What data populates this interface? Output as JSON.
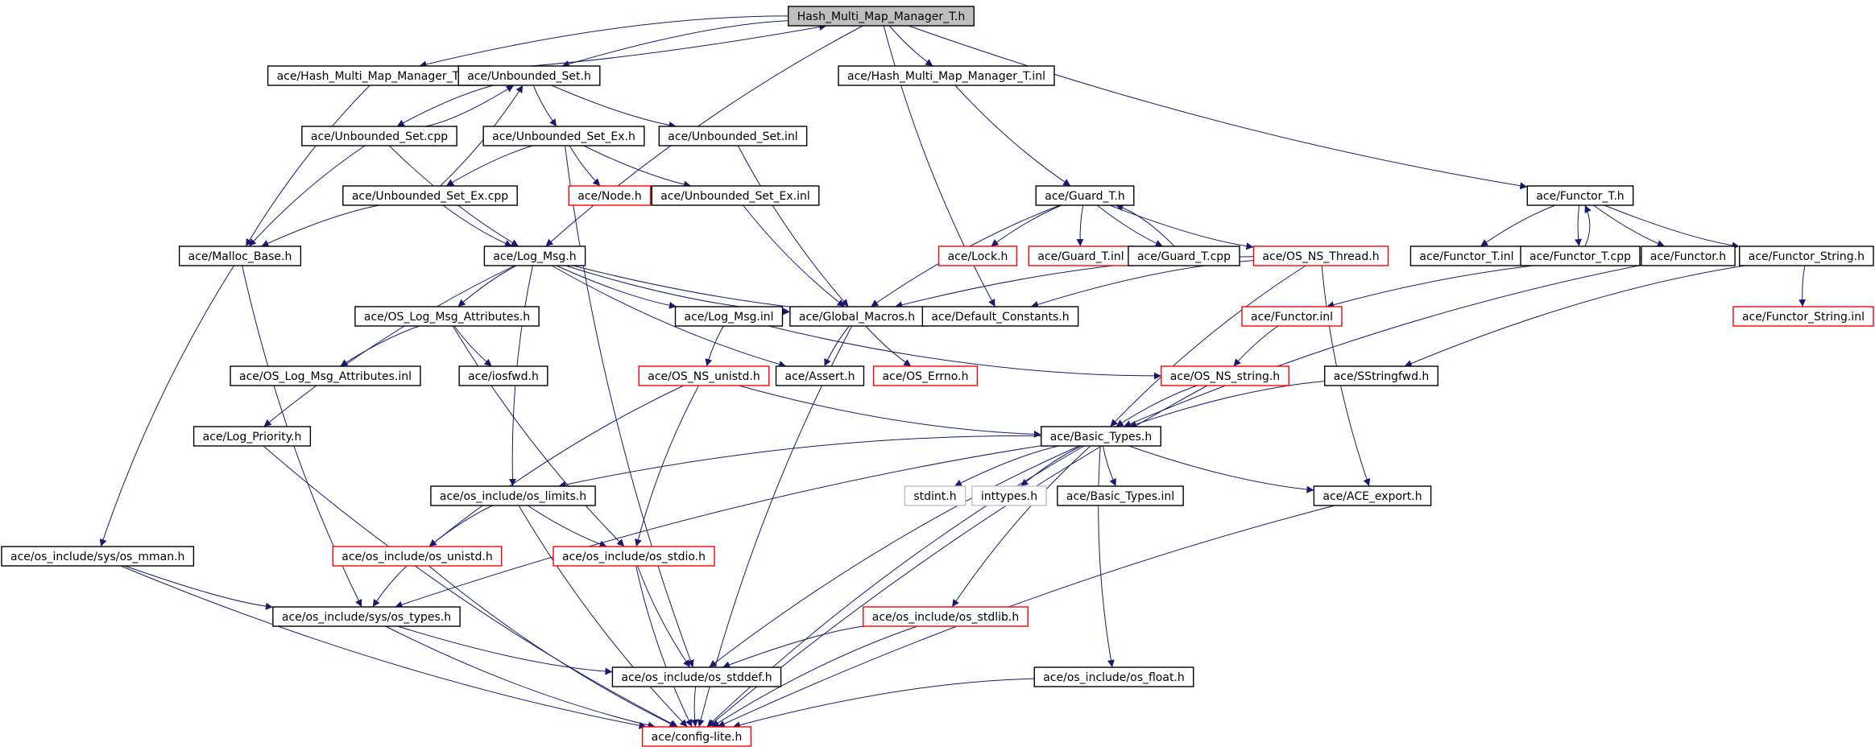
{
  "colors": {
    "edge": "#191970",
    "box_default": "#000000",
    "box_red": "#ff0000",
    "box_gray": "#c0c0c0",
    "root_fill": "#bfbfbf"
  },
  "nodes": [
    {
      "id": "root",
      "label": "Hash_Multi_Map_Manager_T.h",
      "style": "root"
    },
    {
      "id": "hmm_cpp",
      "label": "ace/Hash_Multi_Map_Manager_T.cpp",
      "style": "black"
    },
    {
      "id": "us_h",
      "label": "ace/Unbounded_Set.h",
      "style": "black"
    },
    {
      "id": "hmm_inl",
      "label": "ace/Hash_Multi_Map_Manager_T.inl",
      "style": "black"
    },
    {
      "id": "us_cpp",
      "label": "ace/Unbounded_Set.cpp",
      "style": "black"
    },
    {
      "id": "usex_h",
      "label": "ace/Unbounded_Set_Ex.h",
      "style": "black"
    },
    {
      "id": "us_inl",
      "label": "ace/Unbounded_Set.inl",
      "style": "black"
    },
    {
      "id": "usex_cpp",
      "label": "ace/Unbounded_Set_Ex.cpp",
      "style": "black"
    },
    {
      "id": "node_h",
      "label": "ace/Node.h",
      "style": "red"
    },
    {
      "id": "usex_inl",
      "label": "ace/Unbounded_Set_Ex.inl",
      "style": "black"
    },
    {
      "id": "guard_h",
      "label": "ace/Guard_T.h",
      "style": "black"
    },
    {
      "id": "functor_t_h",
      "label": "ace/Functor_T.h",
      "style": "black"
    },
    {
      "id": "malloc_h",
      "label": "ace/Malloc_Base.h",
      "style": "black"
    },
    {
      "id": "logmsg_h",
      "label": "ace/Log_Msg.h",
      "style": "black"
    },
    {
      "id": "lock_h",
      "label": "ace/Lock.h",
      "style": "red"
    },
    {
      "id": "guard_inl",
      "label": "ace/Guard_T.inl",
      "style": "red"
    },
    {
      "id": "guard_cpp",
      "label": "ace/Guard_T.cpp",
      "style": "black"
    },
    {
      "id": "osns_thread",
      "label": "ace/OS_NS_Thread.h",
      "style": "red"
    },
    {
      "id": "functor_t_inl",
      "label": "ace/Functor_T.inl",
      "style": "black"
    },
    {
      "id": "functor_t_cpp",
      "label": "ace/Functor_T.cpp",
      "style": "black"
    },
    {
      "id": "functor_h",
      "label": "ace/Functor.h",
      "style": "black"
    },
    {
      "id": "functor_str_h",
      "label": "ace/Functor_String.h",
      "style": "black"
    },
    {
      "id": "oslogattr_h",
      "label": "ace/OS_Log_Msg_Attributes.h",
      "style": "black"
    },
    {
      "id": "logmsg_inl",
      "label": "ace/Log_Msg.inl",
      "style": "black"
    },
    {
      "id": "globmac_h",
      "label": "ace/Global_Macros.h",
      "style": "black"
    },
    {
      "id": "defconst_h",
      "label": "ace/Default_Constants.h",
      "style": "black"
    },
    {
      "id": "functor_inl",
      "label": "ace/Functor.inl",
      "style": "red"
    },
    {
      "id": "functor_str_inl",
      "label": "ace/Functor_String.inl",
      "style": "red"
    },
    {
      "id": "oslogattr_inl",
      "label": "ace/OS_Log_Msg_Attributes.inl",
      "style": "black"
    },
    {
      "id": "iosfwd_h",
      "label": "ace/iosfwd.h",
      "style": "black"
    },
    {
      "id": "osns_unistd",
      "label": "ace/OS_NS_unistd.h",
      "style": "red"
    },
    {
      "id": "assert_h",
      "label": "ace/Assert.h",
      "style": "black"
    },
    {
      "id": "oserrno_h",
      "label": "ace/OS_Errno.h",
      "style": "red"
    },
    {
      "id": "osns_string",
      "label": "ace/OS_NS_string.h",
      "style": "red"
    },
    {
      "id": "sstringfwd_h",
      "label": "ace/SStringfwd.h",
      "style": "black"
    },
    {
      "id": "logprio_h",
      "label": "ace/Log_Priority.h",
      "style": "black"
    },
    {
      "id": "basictypes_h",
      "label": "ace/Basic_Types.h",
      "style": "black"
    },
    {
      "id": "oslimits_h",
      "label": "ace/os_include/os_limits.h",
      "style": "black"
    },
    {
      "id": "stdint_h",
      "label": "stdint.h",
      "style": "gray"
    },
    {
      "id": "inttypes_h",
      "label": "inttypes.h",
      "style": "gray"
    },
    {
      "id": "basictypes_inl",
      "label": "ace/Basic_Types.inl",
      "style": "black"
    },
    {
      "id": "aceexport_h",
      "label": "ace/ACE_export.h",
      "style": "black"
    },
    {
      "id": "sysmman_h",
      "label": "ace/os_include/sys/os_mman.h",
      "style": "black"
    },
    {
      "id": "osunistd_h",
      "label": "ace/os_include/os_unistd.h",
      "style": "red"
    },
    {
      "id": "osstdio_h",
      "label": "ace/os_include/os_stdio.h",
      "style": "red"
    },
    {
      "id": "systypes_h",
      "label": "ace/os_include/sys/os_types.h",
      "style": "black"
    },
    {
      "id": "osstdlib_h",
      "label": "ace/os_include/os_stdlib.h",
      "style": "red"
    },
    {
      "id": "osstddef_h",
      "label": "ace/os_include/os_stddef.h",
      "style": "black"
    },
    {
      "id": "osfloat_h",
      "label": "ace/os_include/os_float.h",
      "style": "black"
    },
    {
      "id": "configlite_h",
      "label": "ace/config-lite.h",
      "style": "red"
    }
  ],
  "edges": [
    [
      "root",
      "hmm_cpp"
    ],
    [
      "hmm_cpp",
      "root"
    ],
    [
      "root",
      "us_h"
    ],
    [
      "root",
      "hmm_inl"
    ],
    [
      "root",
      "logmsg_h"
    ],
    [
      "root",
      "defconst_h"
    ],
    [
      "root",
      "functor_t_h"
    ],
    [
      "us_h",
      "us_cpp"
    ],
    [
      "us_cpp",
      "us_h"
    ],
    [
      "us_h",
      "usex_h"
    ],
    [
      "us_h",
      "us_inl"
    ],
    [
      "usex_cpp",
      "us_h"
    ],
    [
      "usex_h",
      "usex_cpp"
    ],
    [
      "usex_h",
      "node_h"
    ],
    [
      "usex_h",
      "usex_inl"
    ],
    [
      "usex_h",
      "osstddef_h"
    ],
    [
      "usex_cpp",
      "malloc_h"
    ],
    [
      "usex_cpp",
      "logmsg_h"
    ],
    [
      "us_cpp",
      "malloc_h"
    ],
    [
      "us_cpp",
      "logmsg_h"
    ],
    [
      "hmm_cpp",
      "malloc_h"
    ],
    [
      "us_inl",
      "globmac_h"
    ],
    [
      "usex_inl",
      "globmac_h"
    ],
    [
      "hmm_inl",
      "guard_h"
    ],
    [
      "guard_h",
      "lock_h"
    ],
    [
      "guard_h",
      "guard_inl"
    ],
    [
      "guard_h",
      "guard_cpp"
    ],
    [
      "guard_cpp",
      "guard_h"
    ],
    [
      "guard_h",
      "osns_thread"
    ],
    [
      "guard_h",
      "globmac_h"
    ],
    [
      "osns_thread",
      "globmac_h"
    ],
    [
      "osns_thread",
      "defconst_h"
    ],
    [
      "osns_thread",
      "basictypes_h"
    ],
    [
      "osns_thread",
      "aceexport_h"
    ],
    [
      "functor_t_h",
      "functor_t_inl"
    ],
    [
      "functor_t_h",
      "functor_t_cpp"
    ],
    [
      "functor_t_cpp",
      "functor_t_h"
    ],
    [
      "functor_t_h",
      "functor_h"
    ],
    [
      "functor_t_h",
      "functor_str_h"
    ],
    [
      "functor_h",
      "functor_inl"
    ],
    [
      "functor_h",
      "basictypes_h"
    ],
    [
      "functor_str_h",
      "functor_str_inl"
    ],
    [
      "functor_str_h",
      "sstringfwd_h"
    ],
    [
      "functor_inl",
      "osns_string"
    ],
    [
      "sstringfwd_h",
      "basictypes_h"
    ],
    [
      "malloc_h",
      "sysmman_h"
    ],
    [
      "malloc_h",
      "systypes_h"
    ],
    [
      "logmsg_h",
      "globmac_h"
    ],
    [
      "logmsg_h",
      "defconst_h"
    ],
    [
      "logmsg_h",
      "oslogattr_h"
    ],
    [
      "logmsg_h",
      "logmsg_inl"
    ],
    [
      "logmsg_h",
      "assert_h"
    ],
    [
      "logmsg_h",
      "logprio_h"
    ],
    [
      "logmsg_h",
      "oslimits_h"
    ],
    [
      "oslogattr_h",
      "oslogattr_inl"
    ],
    [
      "oslogattr_h",
      "iosfwd_h"
    ],
    [
      "oslogattr_h",
      "osstdio_h"
    ],
    [
      "logmsg_inl",
      "osns_unistd"
    ],
    [
      "logmsg_inl",
      "osns_string"
    ],
    [
      "globmac_h",
      "assert_h"
    ],
    [
      "globmac_h",
      "oserrno_h"
    ],
    [
      "globmac_h",
      "configlite_h"
    ],
    [
      "osns_unistd",
      "basictypes_h"
    ],
    [
      "osns_unistd",
      "osunistd_h"
    ],
    [
      "osns_unistd",
      "osstdio_h"
    ],
    [
      "osns_string",
      "basictypes_h"
    ],
    [
      "osns_string",
      "configlite_h"
    ],
    [
      "logprio_h",
      "configlite_h"
    ],
    [
      "basictypes_h",
      "oslimits_h"
    ],
    [
      "basictypes_h",
      "stdint_h"
    ],
    [
      "basictypes_h",
      "inttypes_h"
    ],
    [
      "basictypes_h",
      "basictypes_inl"
    ],
    [
      "basictypes_h",
      "aceexport_h"
    ],
    [
      "basictypes_h",
      "systypes_h"
    ],
    [
      "basictypes_h",
      "osstdlib_h"
    ],
    [
      "basictypes_h",
      "osstddef_h"
    ],
    [
      "basictypes_h",
      "osfloat_h"
    ],
    [
      "basictypes_h",
      "configlite_h"
    ],
    [
      "aceexport_h",
      "configlite_h"
    ],
    [
      "oslimits_h",
      "osunistd_h"
    ],
    [
      "oslimits_h",
      "osstdio_h"
    ],
    [
      "oslimits_h",
      "configlite_h"
    ],
    [
      "sysmman_h",
      "systypes_h"
    ],
    [
      "sysmman_h",
      "configlite_h"
    ],
    [
      "osunistd_h",
      "systypes_h"
    ],
    [
      "osunistd_h",
      "configlite_h"
    ],
    [
      "osstdio_h",
      "osstddef_h"
    ],
    [
      "osstdio_h",
      "configlite_h"
    ],
    [
      "systypes_h",
      "osstddef_h"
    ],
    [
      "systypes_h",
      "configlite_h"
    ],
    [
      "osstdlib_h",
      "osstddef_h"
    ],
    [
      "osstdlib_h",
      "configlite_h"
    ],
    [
      "osstddef_h",
      "configlite_h"
    ],
    [
      "osfloat_h",
      "configlite_h"
    ]
  ]
}
